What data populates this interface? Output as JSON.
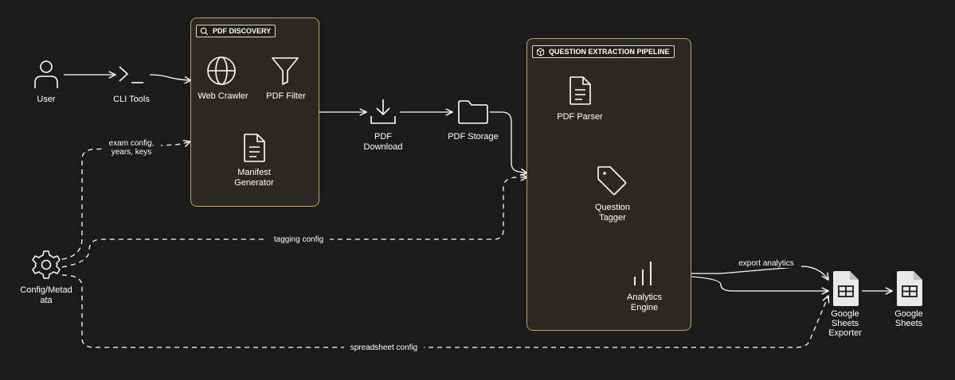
{
  "groups": {
    "pdf_discovery": {
      "title": "PDF DISCOVERY"
    },
    "question_extraction": {
      "title": "QUESTION EXTRACTION PIPELINE"
    }
  },
  "nodes": {
    "user": {
      "label": "User",
      "icon": "user-icon"
    },
    "cli_tools": {
      "label": "CLI Tools",
      "icon": "terminal-icon"
    },
    "web_crawler": {
      "label": "Web Crawler",
      "icon": "globe-icon"
    },
    "pdf_filter": {
      "label": "PDF Filter",
      "icon": "filter-icon"
    },
    "manifest_generator": {
      "label_line1": "Manifest",
      "label_line2": "Generator",
      "icon": "document-icon"
    },
    "pdf_download": {
      "label_line1": "PDF",
      "label_line2": "Download",
      "icon": "download-icon"
    },
    "pdf_storage": {
      "label": "PDF Storage",
      "icon": "folder-icon"
    },
    "pdf_parser": {
      "label": "PDF Parser",
      "icon": "document-icon"
    },
    "question_tagger": {
      "label_line1": "Question",
      "label_line2": "Tagger",
      "icon": "tag-icon"
    },
    "analytics_engine": {
      "label_line1": "Analytics",
      "label_line2": "Engine",
      "icon": "bar-chart-icon"
    },
    "config_metadata": {
      "label_line1": "Config/Metad",
      "label_line2": "ata",
      "icon": "gear-icon"
    },
    "sheets_exporter": {
      "label_line1": "Google",
      "label_line2": "Sheets",
      "label_line3": "Exporter",
      "icon": "spreadsheet-icon"
    },
    "google_sheets": {
      "label_line1": "Google",
      "label_line2": "Sheets",
      "icon": "spreadsheet-icon"
    }
  },
  "edges": {
    "exam_config": {
      "line1": "exam config,",
      "line2": "years, keys"
    },
    "tagging_config": {
      "label": "tagging config"
    },
    "export_analytics": {
      "label": "export analytics"
    },
    "spreadsheet_config": {
      "label": "spreadsheet config"
    }
  },
  "colors": {
    "background": "#1b1b1b",
    "group_fill": "#2a2821",
    "group_border": "#c9a05a",
    "line": "#ffffff"
  }
}
